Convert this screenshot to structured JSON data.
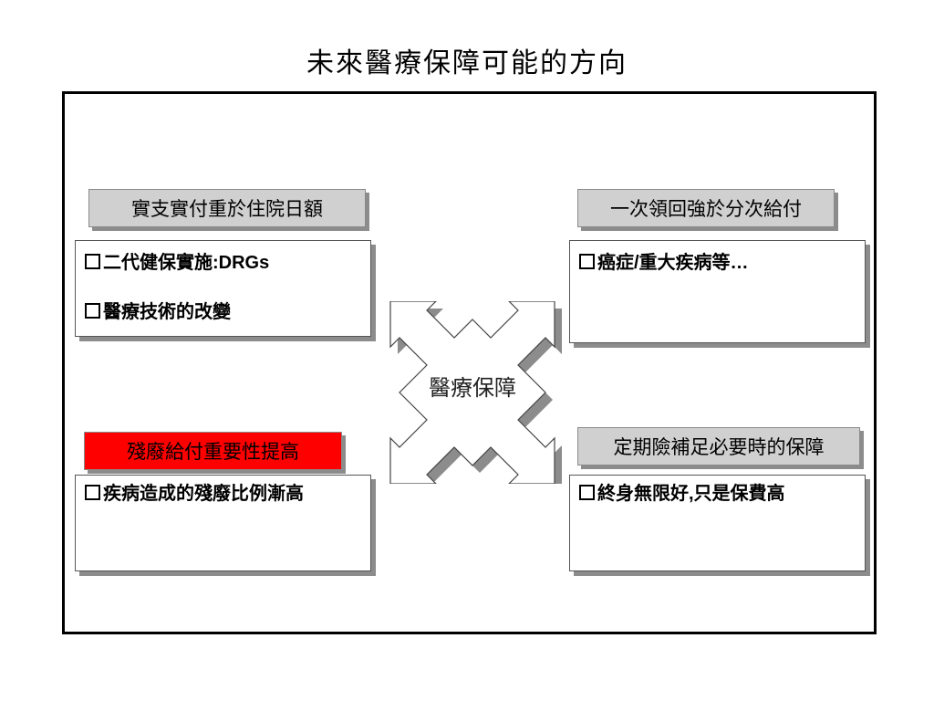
{
  "title": "未來醫療保障可能的方向",
  "center": {
    "label": "醫療保障",
    "icon": "four-way-arrow-icon"
  },
  "quadrants": {
    "top_left": {
      "label": "實支實付重於住院日額",
      "items": [
        "二代健保實施:DRGs",
        "醫療技術的改變"
      ]
    },
    "top_right": {
      "label": "一次領回強於分次給付",
      "items": [
        "癌症/重大疾病等…"
      ]
    },
    "bottom_left": {
      "label": "殘廢給付重要性提高",
      "highlight_color": "#ff0000",
      "items": [
        "疾病造成的殘廢比例漸高"
      ]
    },
    "bottom_right": {
      "label": "定期險補足必要時的保障",
      "items": [
        "終身無限好,只是保費高"
      ]
    }
  }
}
